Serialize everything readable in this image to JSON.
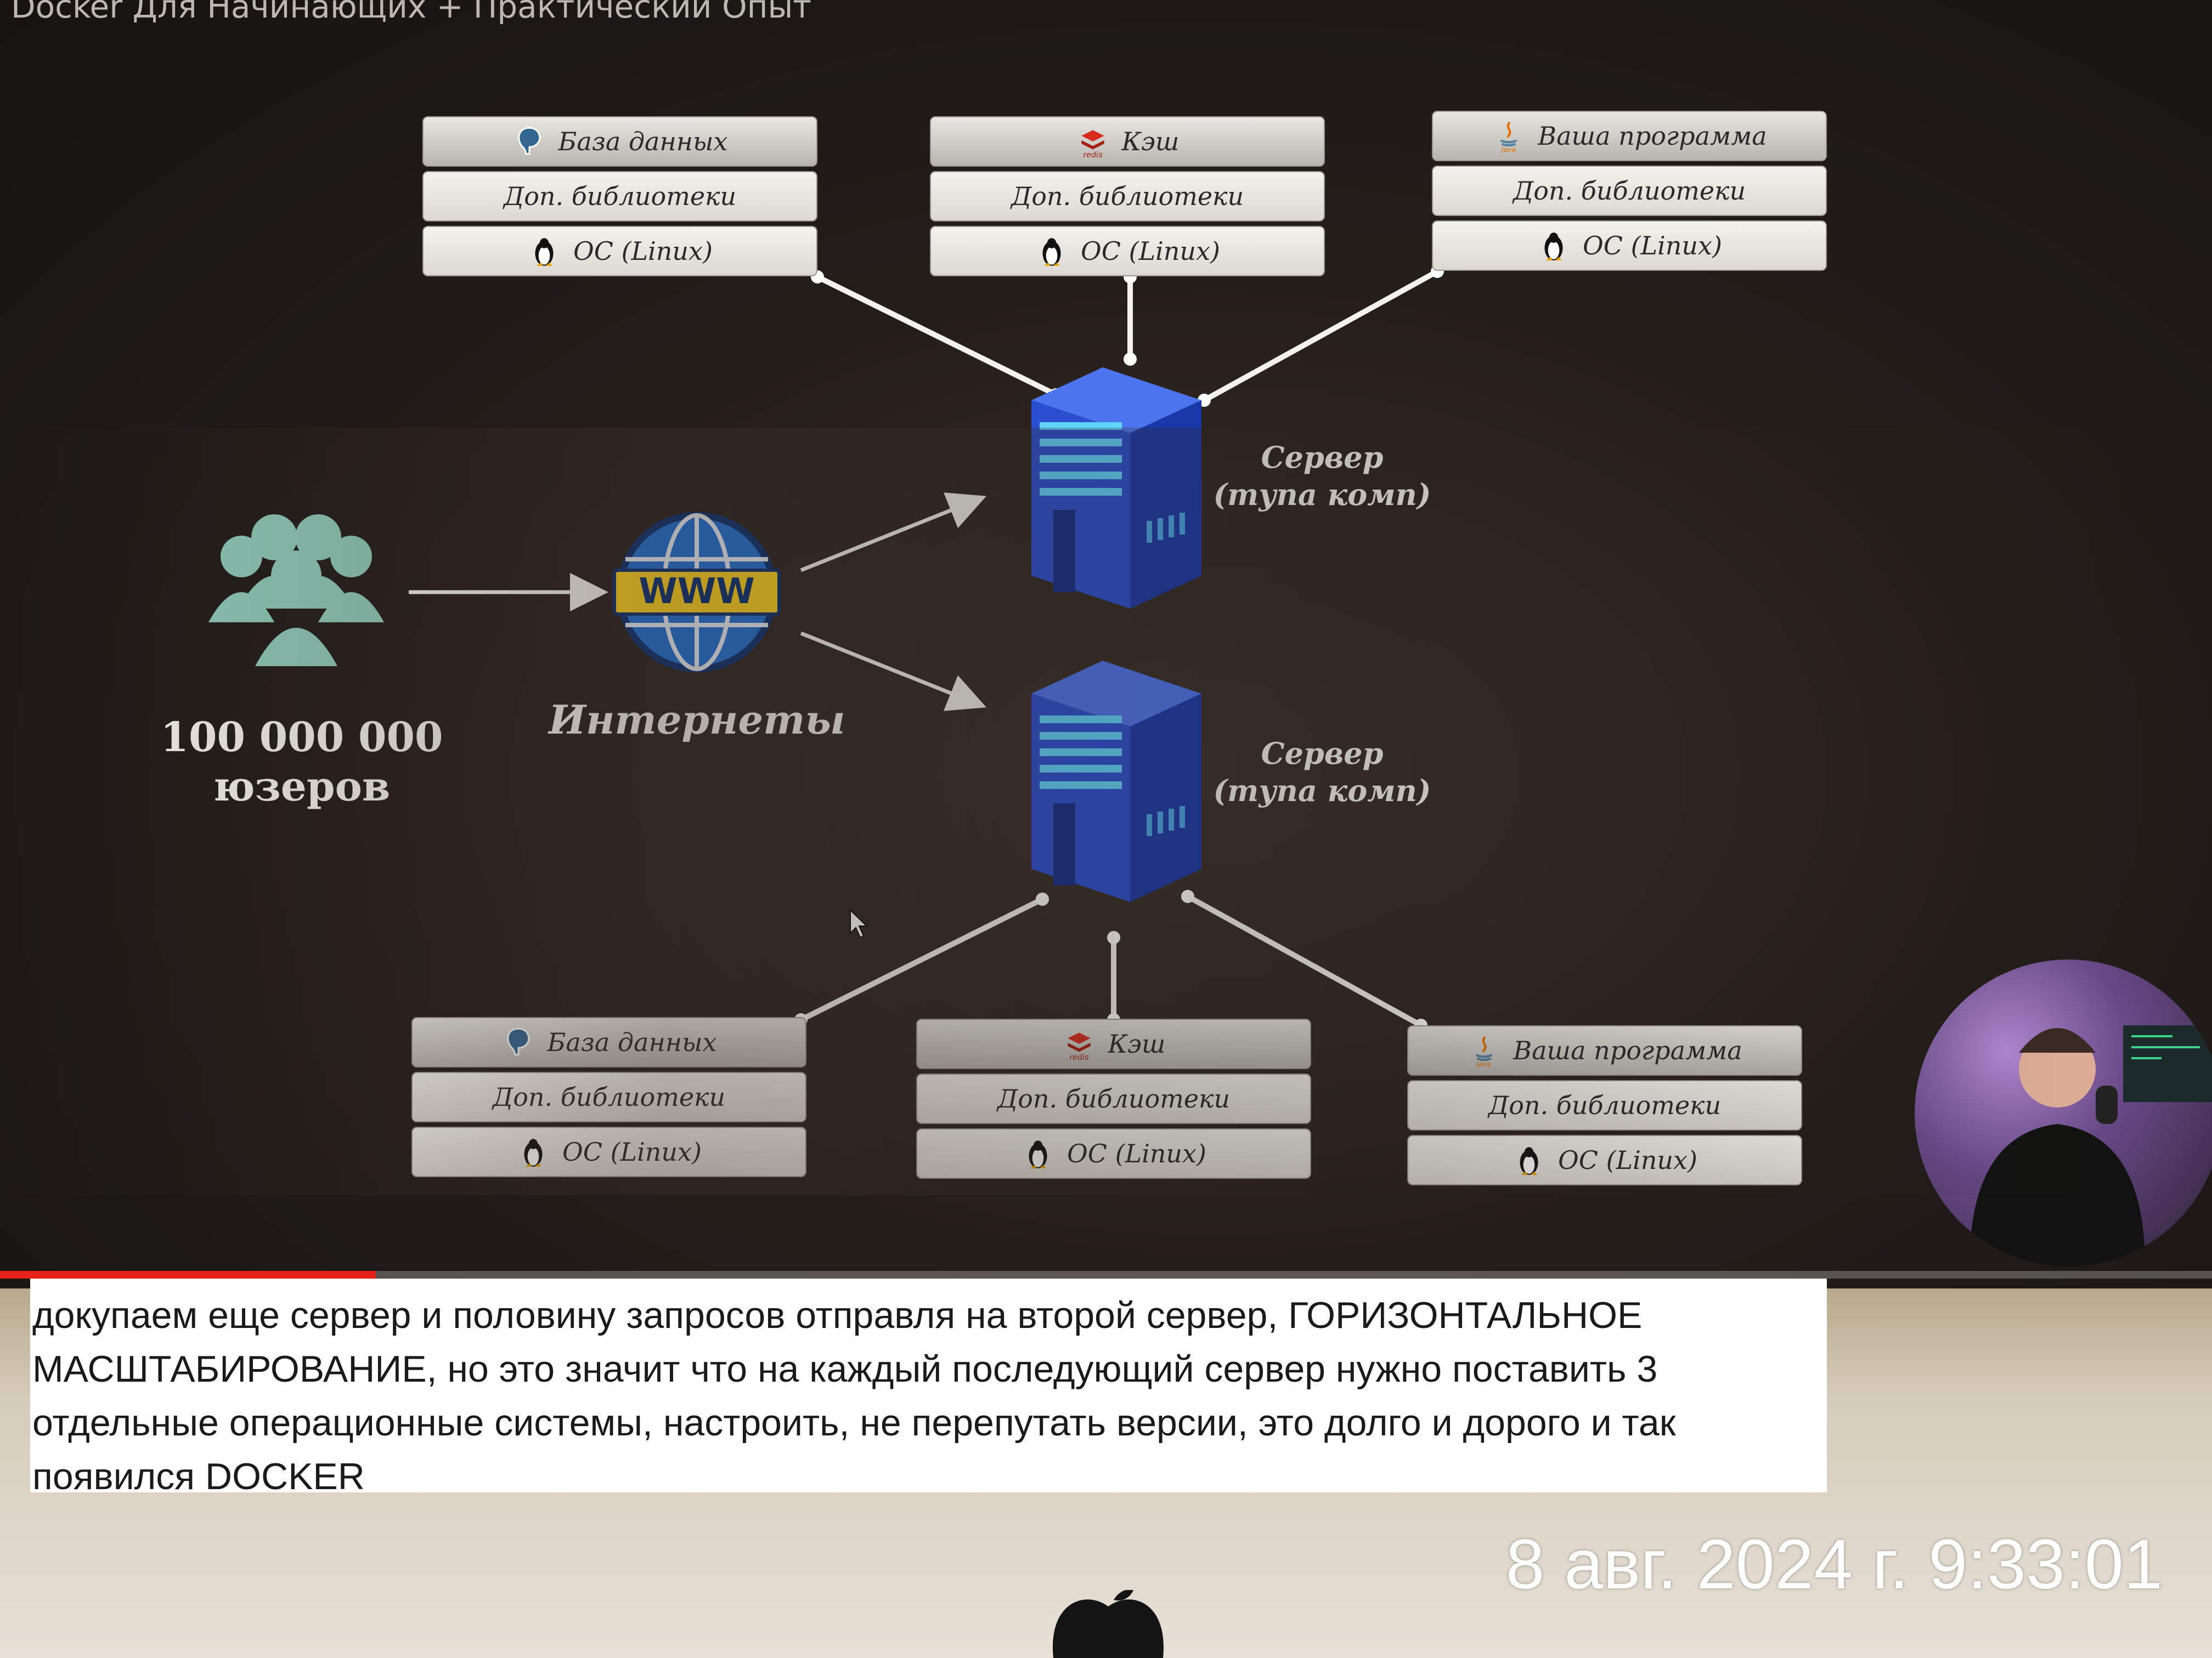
{
  "video": {
    "title": "Docker Для Начинающих + Практический Опыт"
  },
  "diagram": {
    "users_count": "100 000 000",
    "users_word": "юзеров",
    "internet_label": "Интернеты",
    "www_label": "WWW",
    "server_label_line1": "Сервер",
    "server_label_line2": "(тупа комп)",
    "top_stacks": [
      {
        "head": "База данных",
        "icon": "postgres-elephant-icon",
        "middle": "Доп. библиотеки",
        "bottom": "ОС (Linux)"
      },
      {
        "head": "Кэш",
        "icon": "redis-icon",
        "middle": "Доп. библиотеки",
        "bottom": "ОС (Linux)"
      },
      {
        "head": "Ваша программа",
        "icon": "java-icon",
        "middle": "Доп. библиотеки",
        "bottom": "ОС (Linux)"
      }
    ],
    "bottom_stacks": [
      {
        "head": "База данных",
        "icon": "postgres-elephant-icon",
        "middle": "Доп. библиотеки",
        "bottom": "ОС (Linux)"
      },
      {
        "head": "Кэш",
        "icon": "redis-icon",
        "middle": "Доп. библиотеки",
        "bottom": "ОС (Linux)"
      },
      {
        "head": "Ваша программа",
        "icon": "java-icon",
        "middle": "Доп. библиотеки",
        "bottom": "ОС (Linux)"
      }
    ],
    "redis_text": "redis",
    "java_text": "Java"
  },
  "player": {
    "progress_fraction": 0.17,
    "controls": [
      "autoplay-toggle-icon",
      "subtitles-icon",
      "settings-gear-icon",
      "exit-fullscreen-icon"
    ]
  },
  "caption": {
    "text": "докупаем еще сервер и половину запросов отправля на второй сервер, ГОРИЗОНТАЛЬНОЕ МАСШТАБИРОВАНИЕ, но это значит что на каждый последующий сервер нужно поставить 3 отдельные операционные системы, настроить, не перепутать версии, это долго и дорого и так появился DOCKER"
  },
  "photo": {
    "timestamp": "8 авг. 2024 г. 9:33:01"
  },
  "colors": {
    "server_blue": "#2a4fd0",
    "server_light": "#5fd4ff",
    "users_teal": "#8ec9b8",
    "globe_blue": "#1e6fd6",
    "www_yellow": "#ffd21e",
    "progress_red": "#e62117"
  }
}
